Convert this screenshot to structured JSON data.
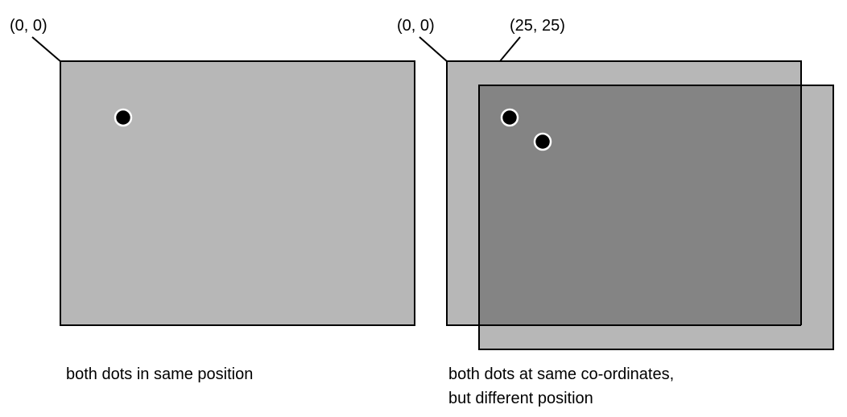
{
  "left_panel": {
    "origin_label": "(0, 0)",
    "caption": "both dots in same position"
  },
  "right_panel": {
    "origin_label": "(0, 0)",
    "offset_label": "(25, 25)",
    "caption_line1": "both dots at same co-ordinates,",
    "caption_line2": "but different position"
  },
  "colors": {
    "frame_fill": "#b7b7b7",
    "overlap_fill": "#848484",
    "stroke": "#000000",
    "dot_fill": "#000000",
    "dot_ring": "#ffffff"
  }
}
